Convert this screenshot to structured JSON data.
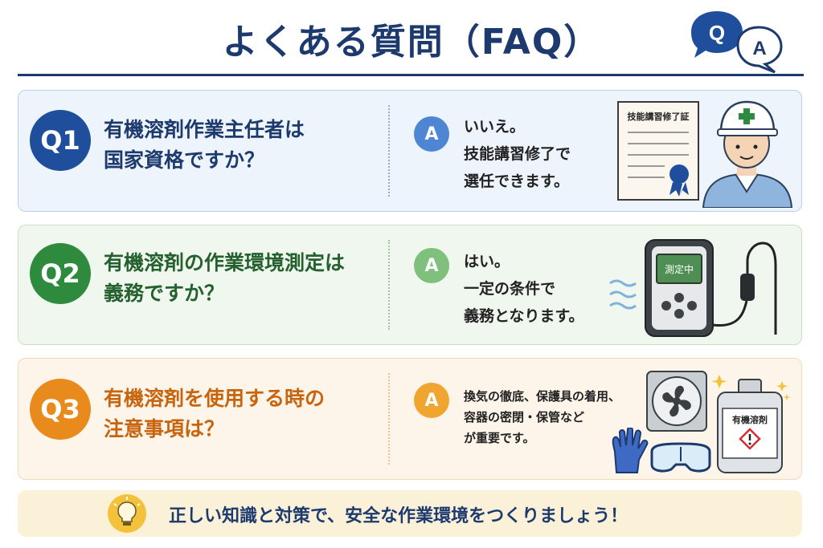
{
  "header": {
    "title": "よくある質問（FAQ）",
    "icon_q": "Q",
    "icon_a": "A"
  },
  "faq": [
    {
      "q_label": "Q1",
      "question_lines": [
        "有機溶剤作業主任者は",
        "国家資格ですか？"
      ],
      "a_label": "A",
      "answer_lines": [
        "いいえ。",
        "技能講習修了で",
        "選任できます。"
      ],
      "certificate_title": "技能講習修了証",
      "illustration": "certificate-and-worker"
    },
    {
      "q_label": "Q2",
      "question_lines": [
        "有機溶剤の作業環境測定は",
        "義務ですか？"
      ],
      "a_label": "A",
      "answer_lines": [
        "はい。",
        "一定の条件で",
        "義務となります。"
      ],
      "meter_display": "測定中",
      "illustration": "gas-meter"
    },
    {
      "q_label": "Q3",
      "question_lines": [
        "有機溶剤を使用する時の",
        "注意事項は？"
      ],
      "a_label": "A",
      "answer_lines": [
        "換気の徹底、保護具の着用、",
        "容器の密閉・保管など",
        "が重要です。"
      ],
      "can_label": "有機溶剤",
      "illustration": "ventilation-gloves-goggles-can"
    }
  ],
  "footer": {
    "text": "正しい知識と対策で、安全な作業環境をつくりましょう！",
    "icon": "lightbulb-icon"
  },
  "colors": {
    "navy": "#1d3a6e",
    "q1": "#1f4f9c",
    "q2": "#2e8b3e",
    "q3": "#e98a1c"
  }
}
